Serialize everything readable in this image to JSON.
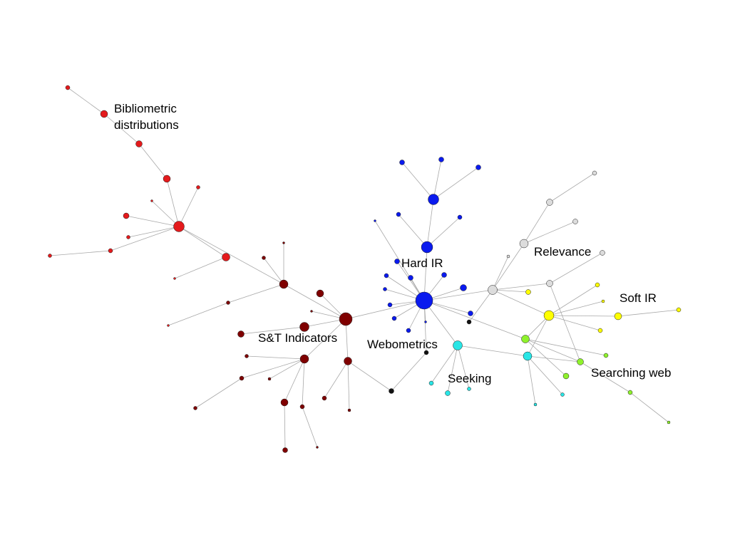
{
  "labels": {
    "bibliometric_line1": "Bibliometric",
    "bibliometric_line2": "distributions",
    "hard_ir": "Hard IR",
    "relevance": "Relevance",
    "soft_ir": "Soft IR",
    "st_indicators": "S&T Indicators",
    "webometrics": "Webometrics",
    "seeking": "Seeking",
    "searching_web": "Searching web"
  },
  "colors": {
    "red": "#e41a1c",
    "darkred": "#7f0000",
    "blue": "#0a1aee",
    "gray": "#dcdcdc",
    "yellow": "#ffff00",
    "green": "#8ff22c",
    "cyan": "#29e6e6",
    "black": "#111111",
    "edge": "#a8a8a8"
  }
}
